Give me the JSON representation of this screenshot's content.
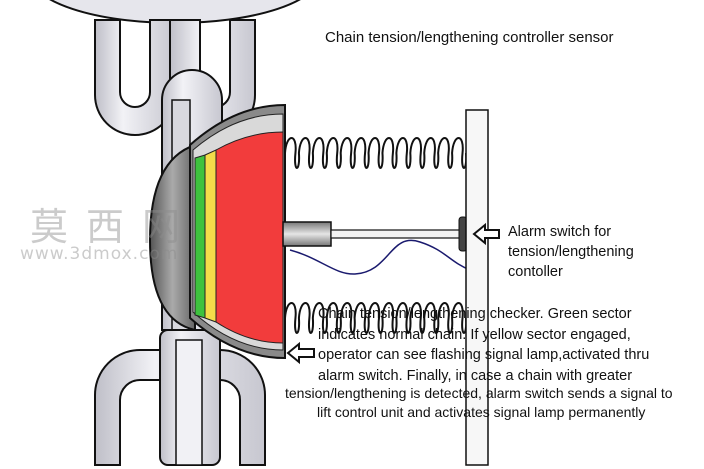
{
  "title": "Chain tension/lengthening controller sensor",
  "alarm_label": [
    "Alarm switch for",
    "tension/lengthening",
    "contoller"
  ],
  "checker_label": [
    "Chain tension/lengthening checker. Green sector",
    "indicates normal chain. If yellow sector     engaged,",
    "operator  can  see flashing signal lamp,activated thru",
    "alarm switch. Finally, in case a chain with greater",
    "tension/lengthening is detected, alarm switch sends a signal to",
    "lift control unit and activates  signal lamp permanently"
  ],
  "watermark": {
    "chinese": "莫西网",
    "url": "www.3dmox.com"
  },
  "colors": {
    "sector_green": "#3ec23e",
    "sector_yellow": "#f4dc4a",
    "sector_red": "#f23c3c",
    "chain_fill": "#e4e4ea",
    "outline": "#111111"
  },
  "icons": [
    "arrow-left-icon",
    "arrow-left-icon"
  ]
}
